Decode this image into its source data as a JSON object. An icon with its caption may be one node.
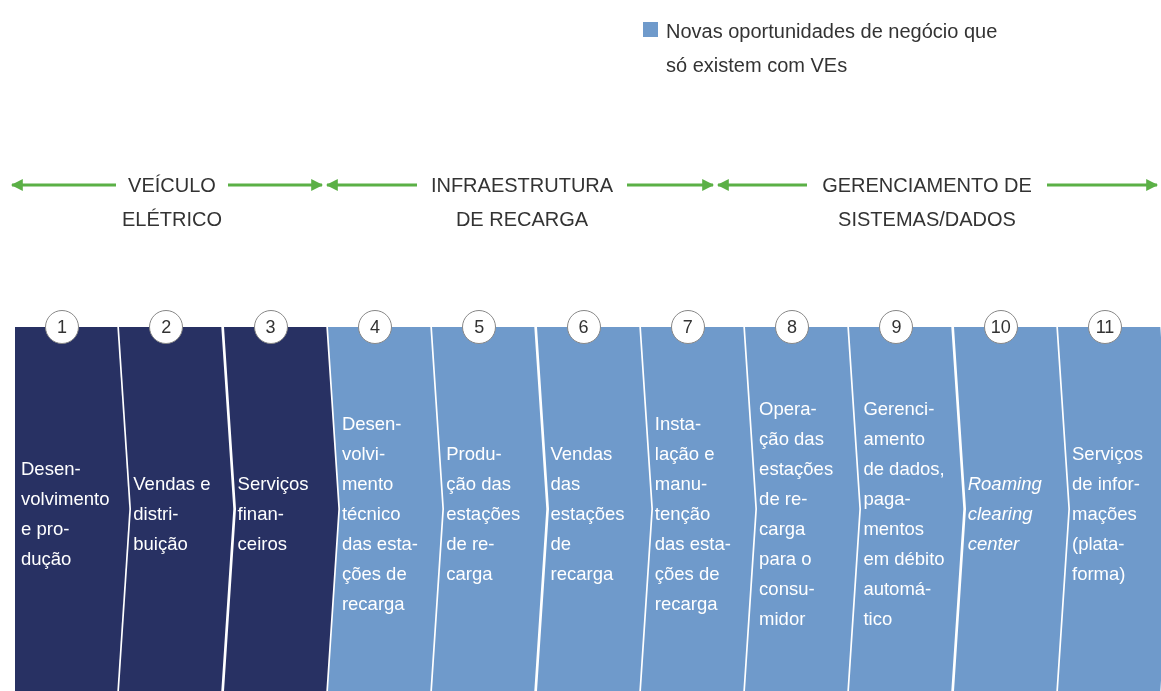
{
  "diagram": {
    "nodes": [
      {
        "text": [
          "1"
        ]
      },
      {
        "text": [
          "2"
        ]
      },
      {
        "text": [
          "3"
        ]
      },
      {
        "text": [
          "4"
        ]
      },
      {
        "text": [
          "5"
        ]
      },
      {
        "text": [
          "6"
        ]
      },
      {
        "text": [
          "7"
        ]
      },
      {
        "text": [
          "8"
        ]
      },
      {
        "text": [
          "9"
        ]
      },
      {
        "text": [
          "10"
        ]
      },
      {
        "text": [
          "11"
        ]
      },
      {
        "text": [
          "Desen- volvimento e pro- dução"
        ]
      },
      {
        "text": [
          "Vendas e distri- buição"
        ]
      },
      {
        "text": [
          "Serviços finan- ceiros"
        ]
      },
      {
        "text": [
          "Desen- volvi- mento técnico das esta- ções de recarga"
        ]
      },
      {
        "text": [
          "Produ- ção das estações de re- carga"
        ]
      },
      {
        "text": [
          "Vendas das estações de recarga"
        ]
      },
      {
        "text": [
          "Insta- lação e manu- tenção das esta- ções de recarga"
        ]
      },
      {
        "text": [
          "Opera- ção das estações de re- carga para o consu- midor"
        ]
      },
      {
        "text": [
          "Gerenci- amento de dados, paga- mentos em débito automá- tico"
        ]
      },
      {
        "text": [
          "Roaming clearing center"
        ]
      },
      {
        "text": [
          "Serviços de infor- mações (plata- forma)"
        ]
      }
    ],
    "labels": [
      "VEÍCULO ELÉTRICO",
      "INFRAESTRUTURA DE RECARGA",
      "GERENCIAMENTO DE SISTEMAS/DADOS"
    ],
    "legend": [
      {
        "text": "Novas oportunidades de negócio que só existem com VEs",
        "color": "#6f9acb"
      }
    ]
  }
}
